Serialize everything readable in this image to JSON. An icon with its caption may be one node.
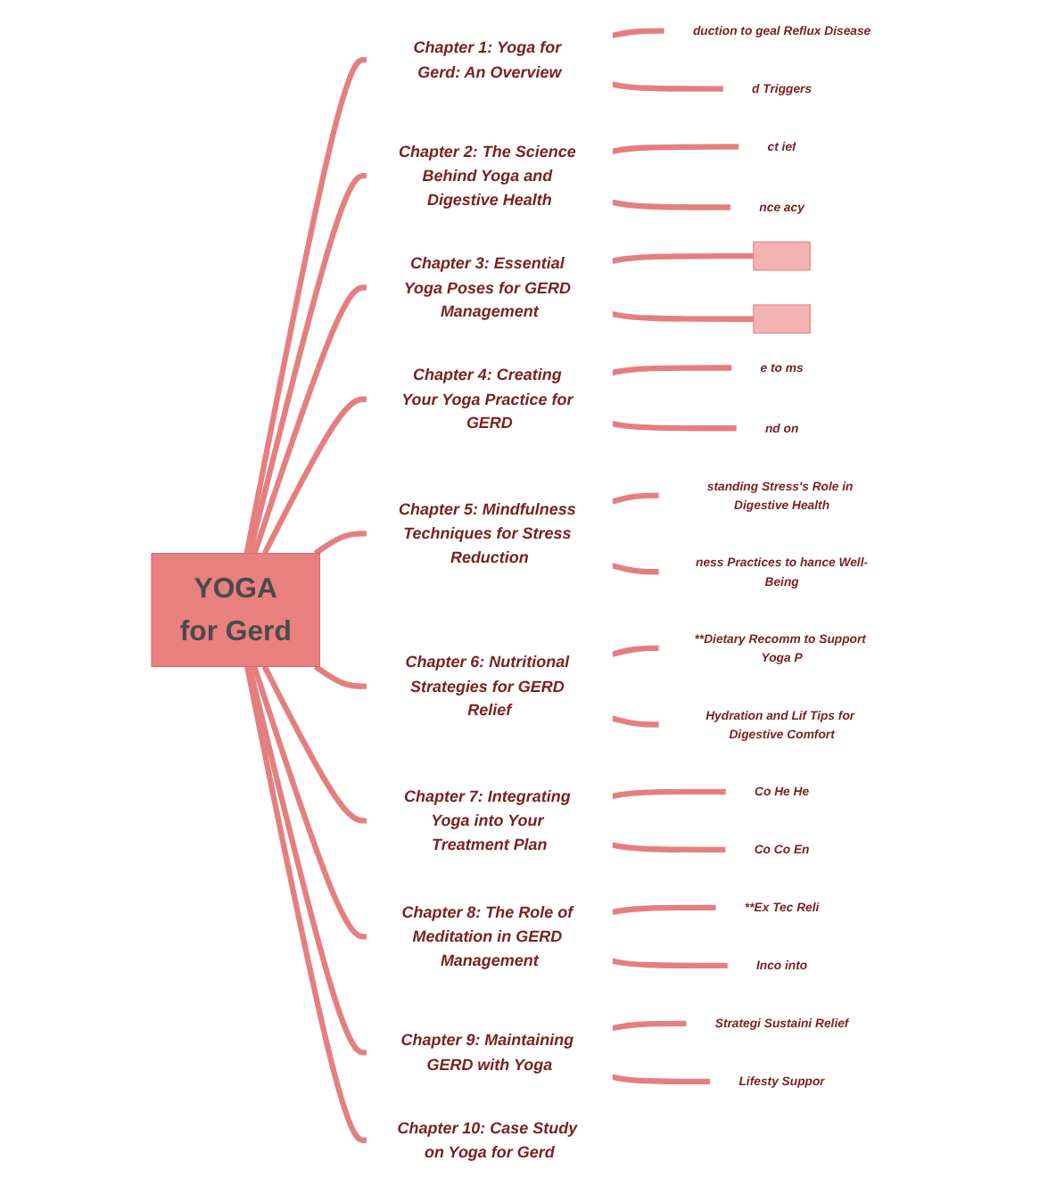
{
  "diagram": {
    "nodes": [
      {
        "text": [
          "YOGA",
          "for Gerd"
        ]
      },
      {
        "text": [
          "Chapter 1: Yoga for Gerd: An Overview"
        ]
      },
      {
        "text": [
          "duction to geal Reflux Disease"
        ]
      },
      {
        "text": [
          "d Triggers"
        ]
      },
      {
        "text": [
          "Chapter 2: The Science Behind Yoga and Digestive Health"
        ]
      },
      {
        "text": [
          "ct ief"
        ]
      },
      {
        "text": [
          "nce acy"
        ]
      },
      {
        "text": [
          "Chapter 3: Essential Yoga Poses for GERD Management"
        ]
      },
      {
        "text": [],
        "shape": "box"
      },
      {
        "text": [],
        "shape": "box"
      },
      {
        "text": [
          "Chapter 4: Creating Your Yoga Practice for GERD"
        ]
      },
      {
        "text": [
          "e to ms"
        ]
      },
      {
        "text": [
          "nd on"
        ]
      },
      {
        "text": [
          "Chapter 5: Mindfulness Techniques for Stress Reduction"
        ]
      },
      {
        "text": [
          "standing Stress's Role in Digestive Health"
        ]
      },
      {
        "text": [
          "ness Practices to hance Well-Being"
        ]
      },
      {
        "text": [
          "Chapter 6: Nutritional Strategies for GERD Relief"
        ]
      },
      {
        "text": [
          "**Dietary Recomm to Support Yoga P"
        ]
      },
      {
        "text": [
          "Hydration and Lif Tips for Digestive Comfort"
        ]
      },
      {
        "text": [
          "Chapter 7: Integrating Yoga into Your Treatment Plan"
        ]
      },
      {
        "text": [
          "Co He He"
        ]
      },
      {
        "text": [
          "Co Co En"
        ]
      },
      {
        "text": [
          "Chapter 8: The Role of Meditation in GERD Management"
        ]
      },
      {
        "text": [
          "**Ex Tec Reli"
        ]
      },
      {
        "text": [
          "Inco into"
        ]
      },
      {
        "text": [
          "Chapter 9: Maintaining GERD with Yoga"
        ]
      },
      {
        "text": [
          "Strategi Sustaini Relief"
        ]
      },
      {
        "text": [
          "Lifesty Suppor"
        ]
      },
      {
        "text": [
          "Chapter 10: Case Study on Yoga for Gerd"
        ]
      }
    ],
    "edges": [
      {
        "from": 0,
        "to": 1,
        "arrow": "none"
      },
      {
        "from": 1,
        "to": 2,
        "arrow": "none"
      },
      {
        "from": 1,
        "to": 3,
        "arrow": "none"
      },
      {
        "from": 0,
        "to": 4,
        "arrow": "none"
      },
      {
        "from": 4,
        "to": 5,
        "arrow": "none"
      },
      {
        "from": 4,
        "to": 6,
        "arrow": "none"
      },
      {
        "from": 0,
        "to": 7,
        "arrow": "none"
      },
      {
        "from": 7,
        "to": 8,
        "arrow": "none"
      },
      {
        "from": 7,
        "to": 9,
        "arrow": "none"
      },
      {
        "from": 0,
        "to": 10,
        "arrow": "none"
      },
      {
        "from": 10,
        "to": 11,
        "arrow": "none"
      },
      {
        "from": 10,
        "to": 12,
        "arrow": "none"
      },
      {
        "from": 0,
        "to": 13,
        "arrow": "none"
      },
      {
        "from": 13,
        "to": 14,
        "arrow": "none"
      },
      {
        "from": 13,
        "to": 15,
        "arrow": "none"
      },
      {
        "from": 0,
        "to": 16,
        "arrow": "none"
      },
      {
        "from": 16,
        "to": 17,
        "arrow": "none"
      },
      {
        "from": 16,
        "to": 18,
        "arrow": "none"
      },
      {
        "from": 0,
        "to": 19,
        "arrow": "none"
      },
      {
        "from": 19,
        "to": 20,
        "arrow": "none"
      },
      {
        "from": 19,
        "to": 21,
        "arrow": "none"
      },
      {
        "from": 0,
        "to": 22,
        "arrow": "none"
      },
      {
        "from": 22,
        "to": 23,
        "arrow": "none"
      },
      {
        "from": 22,
        "to": 24,
        "arrow": "none"
      },
      {
        "from": 0,
        "to": 25,
        "arrow": "none"
      },
      {
        "from": 25,
        "to": 26,
        "arrow": "none"
      },
      {
        "from": 25,
        "to": 27,
        "arrow": "none"
      },
      {
        "from": 0,
        "to": 28,
        "arrow": "none"
      }
    ]
  }
}
